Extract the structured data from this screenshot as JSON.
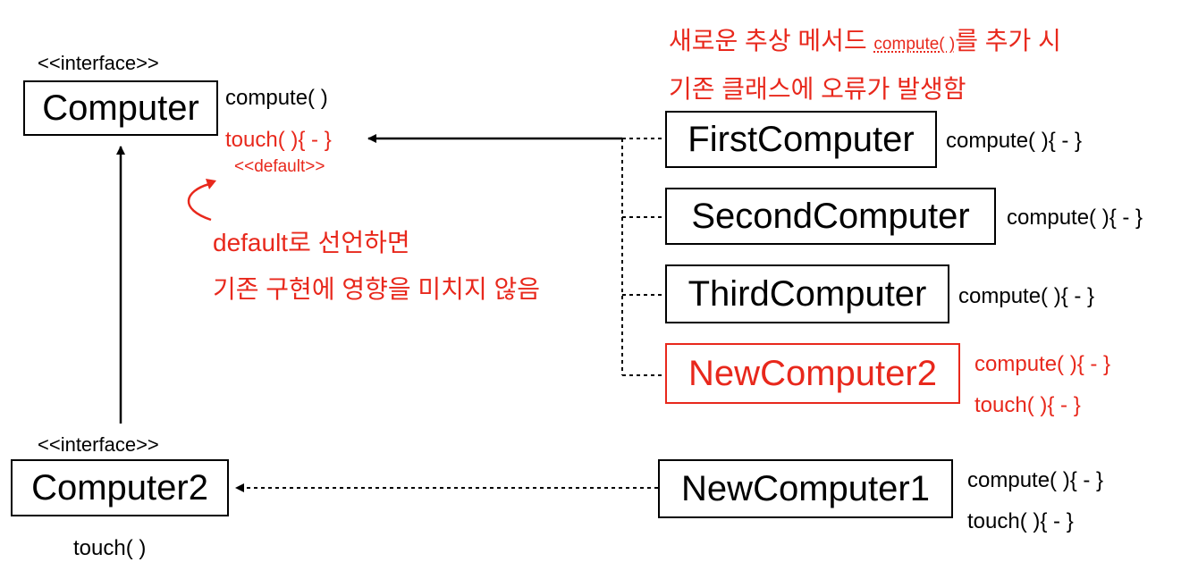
{
  "notes": {
    "warning_line1_prefix": "새로운 추상 메서드 ",
    "warning_line1_code": "compute( )",
    "warning_line1_suffix": "를 추가 시",
    "warning_line2": "기존 클래스에 오류가 발생함",
    "default_line1": "default로 선언하면",
    "default_line2": "기존 구현에 영향을 미치지 않음"
  },
  "computer": {
    "stereotype": "<<interface>>",
    "name": "Computer",
    "method_compute": "compute( )",
    "method_touch": "touch(  ){ - }",
    "touch_stereotype": "<<default>>"
  },
  "computer2": {
    "stereotype": "<<interface>>",
    "name": "Computer2",
    "method_touch": "touch(  )"
  },
  "classes": [
    {
      "name": "FirstComputer",
      "methods": [
        "compute(  ){ - }"
      ]
    },
    {
      "name": "SecondComputer",
      "methods": [
        "compute(  ){ - }"
      ]
    },
    {
      "name": "ThirdComputer",
      "methods": [
        "compute(  ){ - }"
      ]
    },
    {
      "name": "NewComputer2",
      "methods": [
        "compute(  ){ - }",
        "touch(  ){ - }"
      ]
    },
    {
      "name": "NewComputer1",
      "methods": [
        "compute(  ){ - }",
        "touch(  ){ - }"
      ]
    }
  ],
  "colors": {
    "accent": "#e8281c",
    "line": "#000000"
  }
}
